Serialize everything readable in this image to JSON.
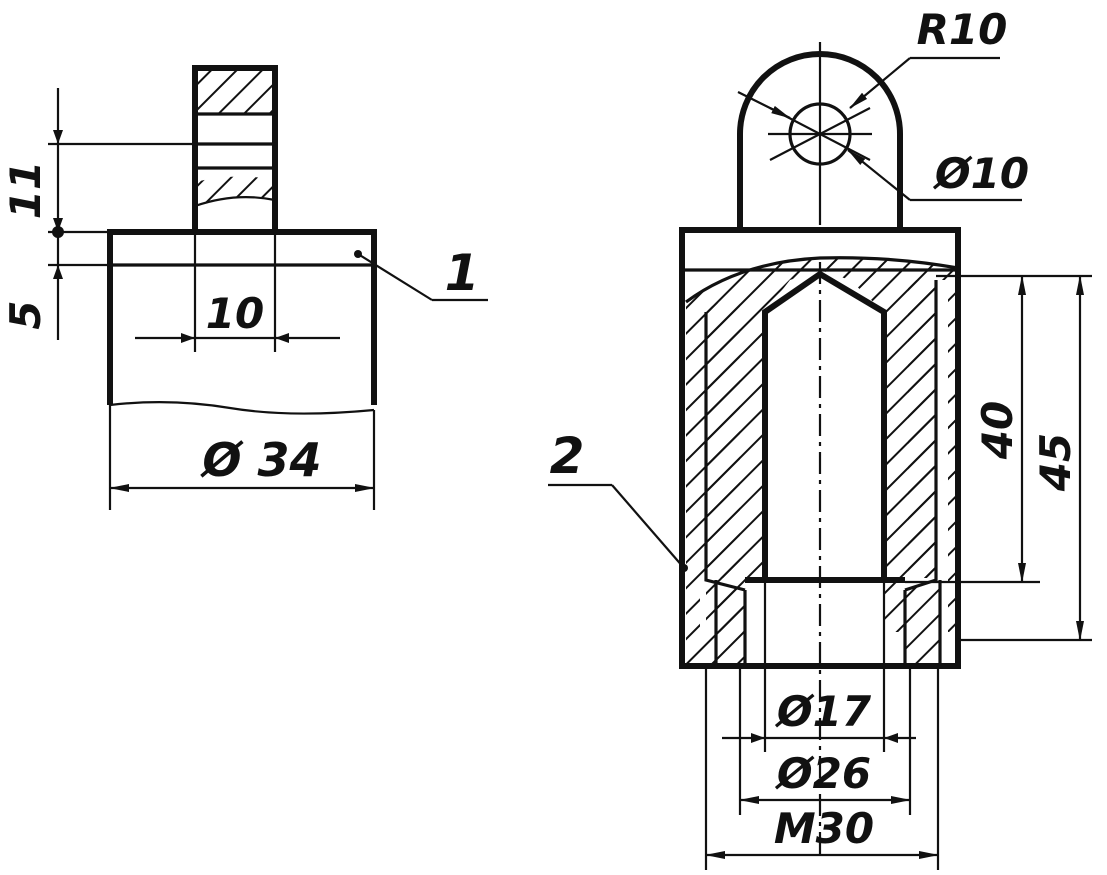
{
  "left_view": {
    "dims": {
      "height_top": "11",
      "height_flange": "5",
      "width_lug": "10",
      "diameter": "Ø 34"
    },
    "callout": "1"
  },
  "right_view": {
    "dims": {
      "radius": "R10",
      "hole": "Ø10",
      "depth_inner": "40",
      "depth_outer": "45",
      "bore": "Ø17",
      "thread_minor": "Ø26",
      "thread": "M30"
    },
    "callout": "2"
  }
}
